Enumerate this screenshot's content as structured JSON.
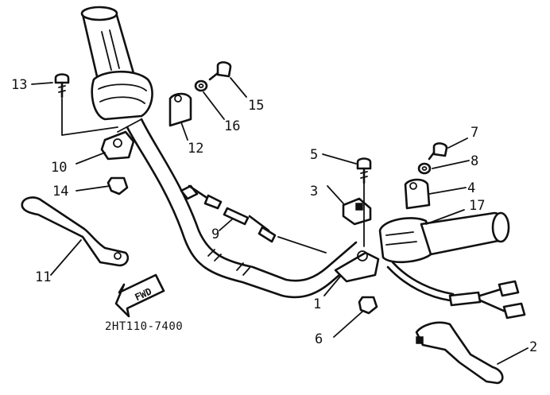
{
  "diagram": {
    "part_code": "2HT110-7400",
    "direction_label": "FWD",
    "callouts": [
      {
        "id": "c1",
        "label": "1"
      },
      {
        "id": "c2",
        "label": "2"
      },
      {
        "id": "c3",
        "label": "3"
      },
      {
        "id": "c4",
        "label": "4"
      },
      {
        "id": "c5",
        "label": "5"
      },
      {
        "id": "c6",
        "label": "6"
      },
      {
        "id": "c7",
        "label": "7"
      },
      {
        "id": "c8",
        "label": "8"
      },
      {
        "id": "c9",
        "label": "9"
      },
      {
        "id": "c10",
        "label": "10"
      },
      {
        "id": "c11",
        "label": "11"
      },
      {
        "id": "c12",
        "label": "12"
      },
      {
        "id": "c13",
        "label": "13"
      },
      {
        "id": "c14",
        "label": "14"
      },
      {
        "id": "c15",
        "label": "15"
      },
      {
        "id": "c16",
        "label": "16"
      },
      {
        "id": "c17",
        "label": "17"
      }
    ]
  }
}
